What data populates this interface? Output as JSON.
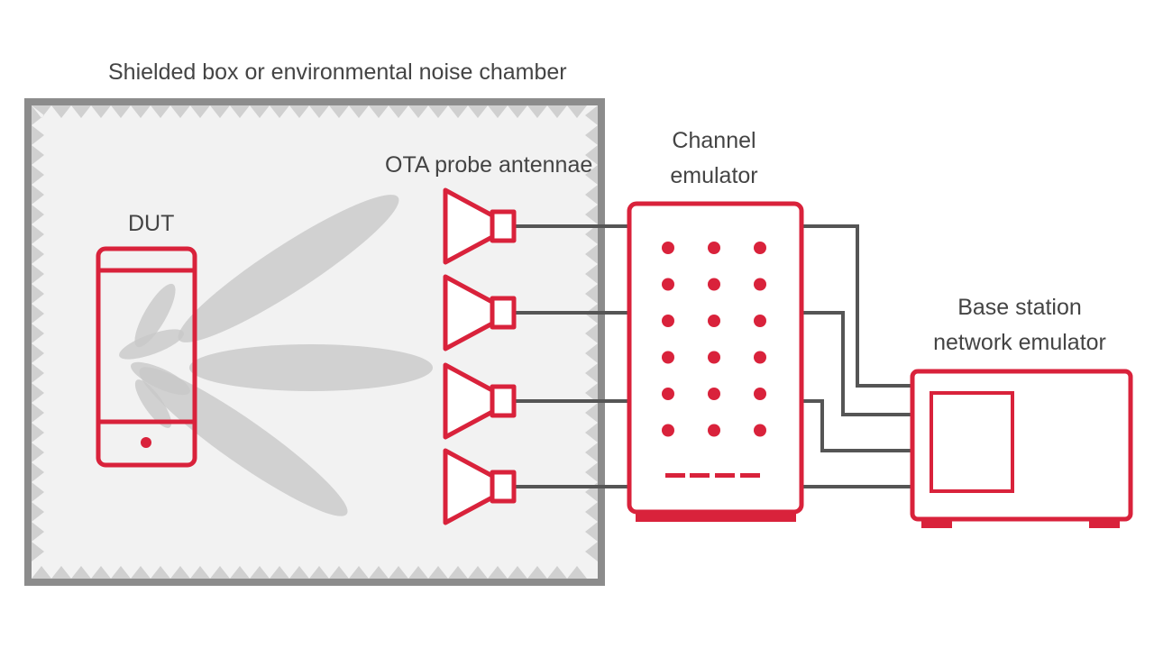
{
  "labels": {
    "chamber": "Shielded box or environmental noise chamber",
    "dut": "DUT",
    "probes": "OTA probe antennae",
    "channel_emulator_line1": "Channel",
    "channel_emulator_line2": "emulator",
    "base_station_line1": "Base station",
    "base_station_line2": "network emulator"
  },
  "probe_antenna_count": 4,
  "channel_emulator_indicator_rows": 6,
  "channel_emulator_indicator_columns": 3,
  "colors": {
    "accent": "#d9223b",
    "chamber_border": "#8c8c8c",
    "chamber_fill": "#f2f2f2",
    "cable": "#555555",
    "beam": "#c8c8c8",
    "text": "#444444"
  }
}
